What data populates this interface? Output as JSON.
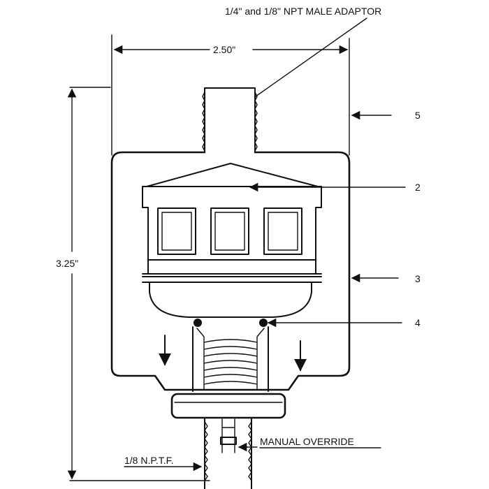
{
  "diagram": {
    "callouts": {
      "adaptor": "1/4\"  and 1/8\" NPT MALE  ADAPTOR",
      "width_dim": "2.50\"",
      "height_dim": "3.25\"",
      "manual_override": "MANUAL OVERRIDE",
      "nptf": "1/8 N.P.T.F."
    },
    "part_numbers": {
      "p5": "5",
      "p2": "2",
      "p3": "3",
      "p4": "4"
    }
  }
}
